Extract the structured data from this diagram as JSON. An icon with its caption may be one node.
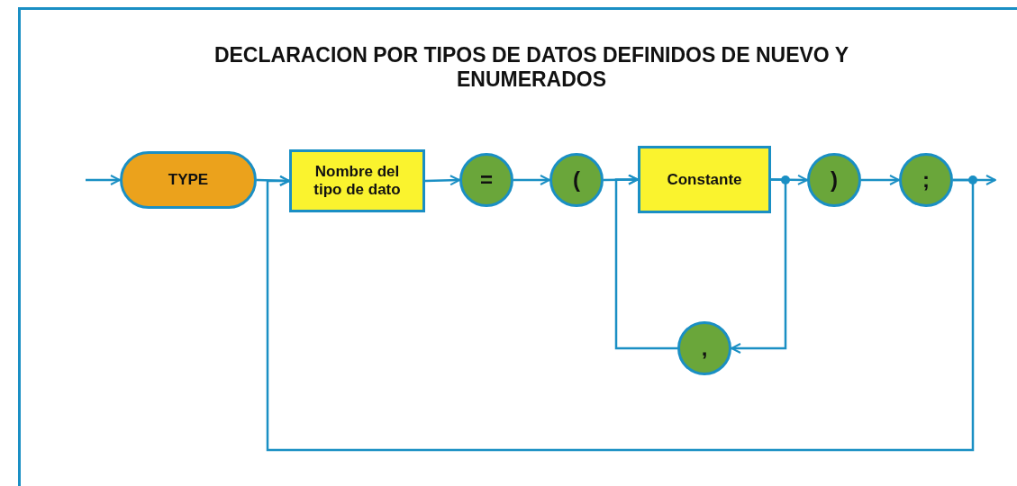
{
  "diagram": {
    "title": "DECLARACION POR TIPOS DE DATOS DEFINIDOS DE NUEVO Y ENUMERADOS",
    "nodes": [
      {
        "text": [
          "TYPE"
        ]
      },
      {
        "text": [
          "Nombre del tipo de dato"
        ]
      },
      {
        "text": [
          "="
        ]
      },
      {
        "text": [
          "("
        ]
      },
      {
        "text": [
          "Constante"
        ]
      },
      {
        "text": [
          ")"
        ]
      },
      {
        "text": [
          ";"
        ]
      },
      {
        "text": [
          ","
        ]
      }
    ],
    "edges": [
      {
        "from": null,
        "to": 0,
        "arrow": "to"
      },
      {
        "from": 0,
        "to": 1,
        "arrow": "to"
      },
      {
        "from": 1,
        "to": 2,
        "arrow": "to"
      },
      {
        "from": 2,
        "to": 3,
        "arrow": "to"
      },
      {
        "from": 3,
        "to": 4,
        "arrow": "to"
      },
      {
        "from": 4,
        "to": 5,
        "arrow": "to"
      },
      {
        "from": 5,
        "to": 6,
        "arrow": "to"
      },
      {
        "from": 6,
        "to": null,
        "arrow": "to"
      },
      {
        "from": 4,
        "to": 7,
        "arrow": "to"
      },
      {
        "from": 7,
        "to": 4,
        "arrow": "to"
      },
      {
        "from": 6,
        "to": 1,
        "arrow": "to"
      }
    ]
  }
}
